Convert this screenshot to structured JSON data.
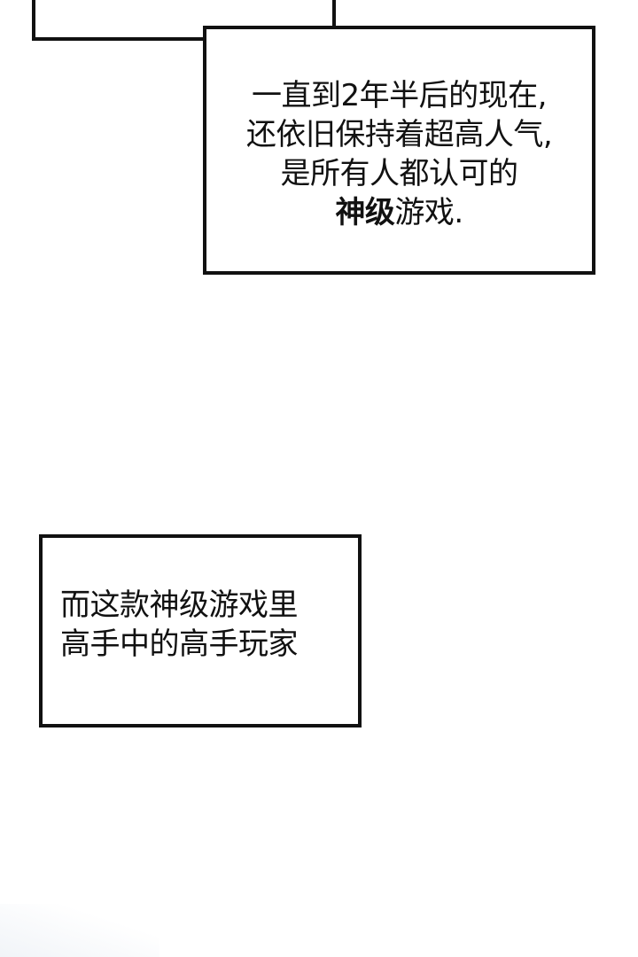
{
  "caption_top": {
    "line1": "一直到2年半后的现在,",
    "line2": "还依旧保持着超高人气,",
    "line3": "是所有人都认可的",
    "line4_bold": "神级",
    "line4_rest": "游戏."
  },
  "caption_bottom": {
    "line1": "而这款神级游戏里",
    "line2": "高手中的高手玩家"
  },
  "colors": {
    "ink": "#111111",
    "paper": "#ffffff"
  }
}
